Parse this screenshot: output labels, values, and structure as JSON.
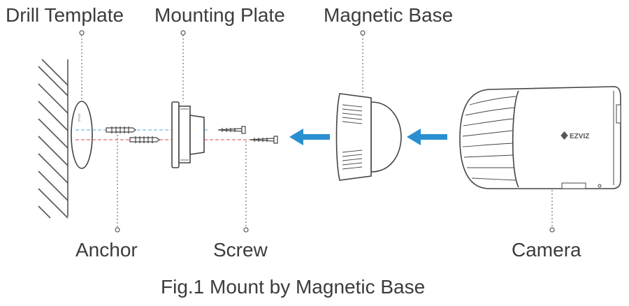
{
  "labels": {
    "drill_template": "Drill Template",
    "mounting_plate": "Mounting Plate",
    "magnetic_base": "Magnetic Base",
    "anchor": "Anchor",
    "screw": "Screw",
    "camera": "Camera"
  },
  "caption": "Fig.1 Mount by Magnetic Base",
  "camera_brand": "EZVIZ",
  "template_mark": "EZVIZ",
  "colors": {
    "arrow": "#2a8fd1",
    "guide_blue": "#7ab8e0",
    "guide_red": "#e06a6a",
    "line": "#555555"
  }
}
